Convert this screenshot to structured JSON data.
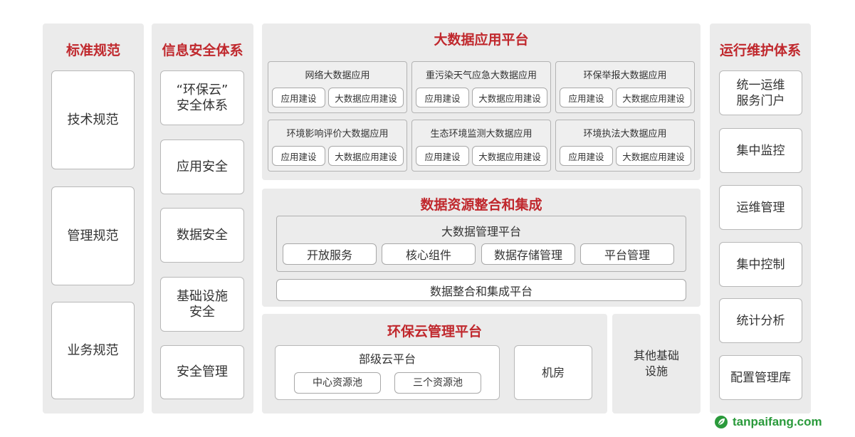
{
  "colors": {
    "title_red": "#c0282d",
    "panel_gray": "#ebebeb",
    "logo_green": "#2a9a3b"
  },
  "standards": {
    "title": "标准规范",
    "items": [
      "技术规范",
      "管理规范",
      "业务规范"
    ]
  },
  "security": {
    "title": "信息安全体系",
    "items": [
      "“环保云”\n安全体系",
      "应用安全",
      "数据安全",
      "基础设施\n安全",
      "安全管理"
    ]
  },
  "bigdata": {
    "title": "大数据应用平台",
    "apps": [
      {
        "name": "网络大数据应用",
        "btn1": "应用建设",
        "btn2": "大数据应用建设"
      },
      {
        "name": "重污染天气应急大数据应用",
        "btn1": "应用建设",
        "btn2": "大数据应用建设"
      },
      {
        "name": "环保举报大数据应用",
        "btn1": "应用建设",
        "btn2": "大数据应用建设"
      },
      {
        "name": "环境影响评价大数据应用",
        "btn1": "应用建设",
        "btn2": "大数据应用建设"
      },
      {
        "name": "生态环境监测大数据应用",
        "btn1": "应用建设",
        "btn2": "大数据应用建设"
      },
      {
        "name": "环境执法大数据应用",
        "btn1": "应用建设",
        "btn2": "大数据应用建设"
      }
    ]
  },
  "integration": {
    "title": "数据资源整合和集成",
    "mgmt_platform": {
      "title": "大数据管理平台",
      "items": [
        "开放服务",
        "核心组件",
        "数据存储管理",
        "平台管理"
      ]
    },
    "integration_platform": "数据整合和集成平台"
  },
  "cloud": {
    "title": "环保云管理平台",
    "ministry": {
      "title": "部级云平台",
      "items": [
        "中心资源池",
        "三个资源池"
      ]
    },
    "machine_room": "机房"
  },
  "other_infra": "其他基础\n设施",
  "ops": {
    "title": "运行维护体系",
    "items": [
      "统一运维\n服务门户",
      "集中监控",
      "运维管理",
      "集中控制",
      "统计分析",
      "配置管理库"
    ]
  },
  "logo": {
    "text": "tanpaifang.com"
  }
}
